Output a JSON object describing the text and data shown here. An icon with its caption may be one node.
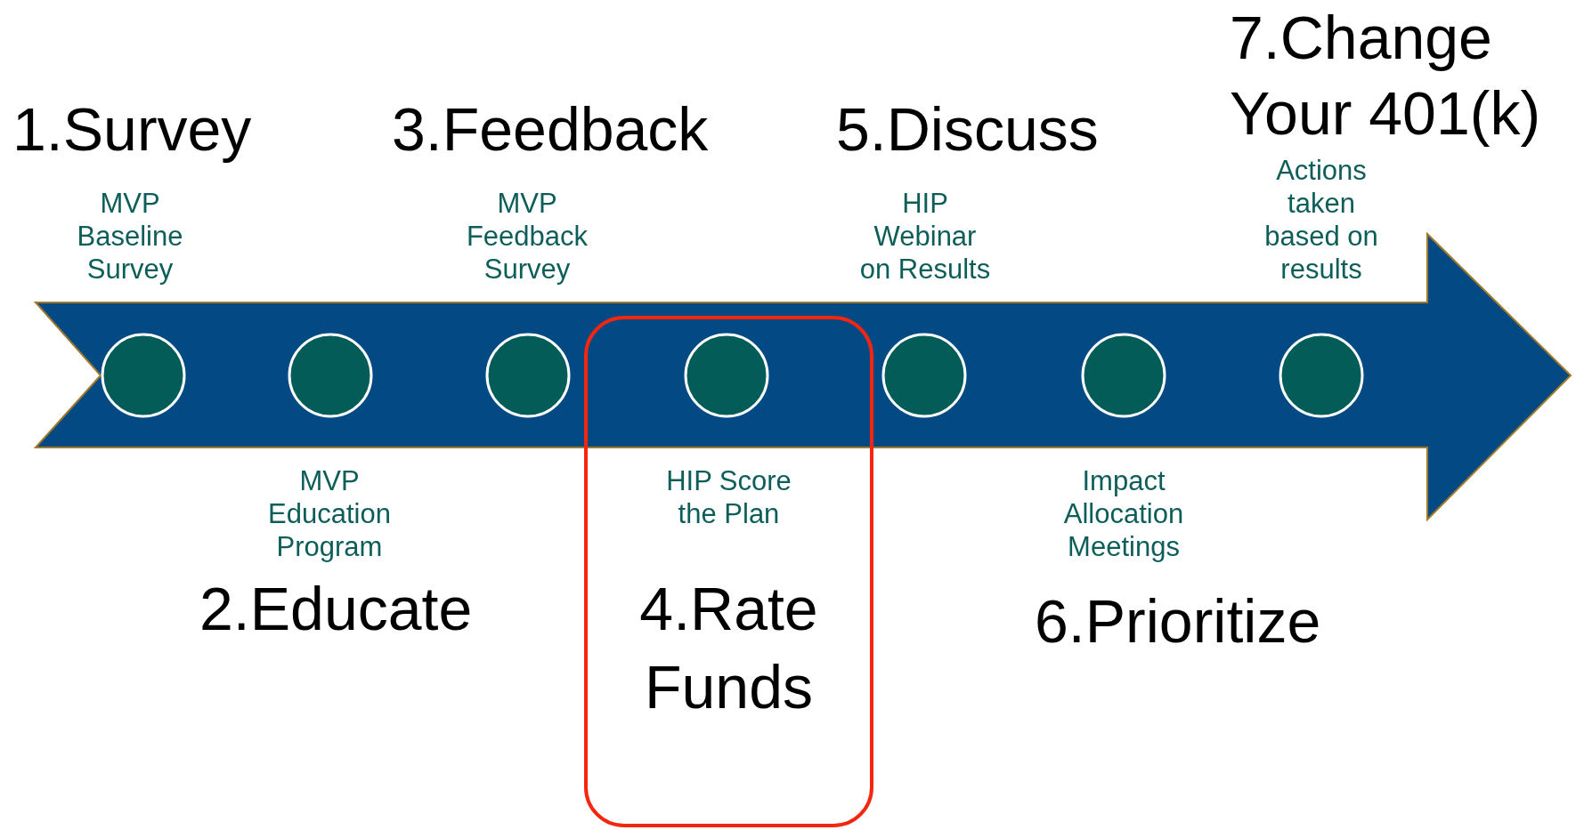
{
  "diagram": {
    "nodes": [
      {
        "text": [
          "HIP Score the Plan",
          "4.Rate Funds"
        ]
      }
    ],
    "labels": [
      "1.Survey",
      "MVP Baseline Survey",
      "3.Feedback",
      "MVP Feedback Survey",
      "5.Discuss",
      "HIP Webinar on Results",
      "7.Change Your 401(k)",
      "Actions taken based on results",
      "MVP Education Program",
      "2.Educate",
      "Impact Allocation Meetings",
      "6.Prioritize"
    ]
  }
}
